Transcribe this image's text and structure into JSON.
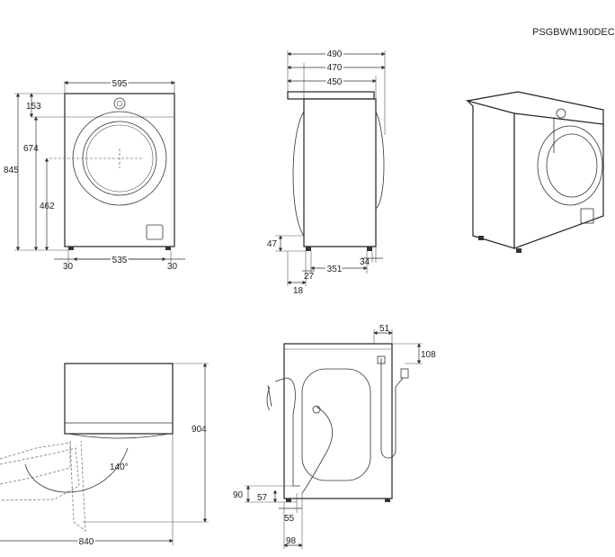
{
  "model_code": "PSGBWM190DEC",
  "front_view": {
    "width": "595",
    "height_total": "845",
    "top_section": "153",
    "door_height": "674",
    "door_center": "462",
    "foot_left": "30",
    "foot_span": "535",
    "foot_right": "30"
  },
  "side_view": {
    "depth_max": "490",
    "depth_mid": "470",
    "depth_body": "450",
    "foot_height": "47",
    "foot_offset_a": "18",
    "foot_offset_b": "27",
    "foot_span": "351",
    "rear_offset": "34"
  },
  "door_view": {
    "opening_angle": "140°",
    "height_open": "904",
    "depth_open": "840"
  },
  "rear_view": {
    "inlet_offset": "51",
    "inlet_height": "108",
    "drain_height": "90",
    "drain_low": "57",
    "drain_offset": "55",
    "drain_width": "98"
  }
}
